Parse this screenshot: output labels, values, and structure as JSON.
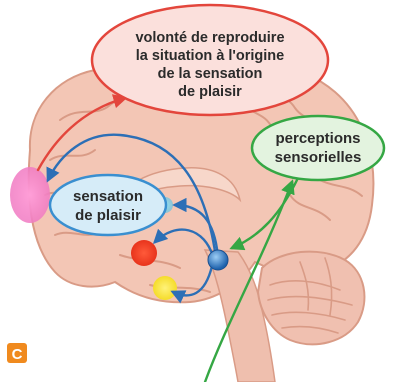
{
  "callouts": {
    "reproduce": {
      "lines": [
        "volonté de reproduire",
        "la situation à l'origine",
        "de la sensation",
        "de plaisir"
      ]
    },
    "pleasure": {
      "lines": [
        "sensation",
        "de plaisir"
      ]
    },
    "perceptions": {
      "lines": [
        "perceptions",
        "sensorielles"
      ]
    }
  },
  "panel_letter": "C",
  "colors": {
    "brain_fill": "#f3c6b5",
    "brain_gyri": "#d99b86",
    "reproduce_border": "#e3463c",
    "reproduce_fill": "#fbe0dc",
    "pleasure_border": "#3a8fd0",
    "pleasure_fill": "#d6ecf8",
    "perceptions_border": "#35a744",
    "perceptions_fill": "#e3f3df",
    "arrow_blue": "#2c6fb6",
    "arrow_red": "#e3463c",
    "arrow_green": "#35a744",
    "prefrontal_pink": "#f07ac2",
    "amygdala_red": "#e8341c",
    "vta_blue": "#2b79c9",
    "hippocampus_yellow": "#f8e64a",
    "panel_badge": "#f08a1e"
  }
}
